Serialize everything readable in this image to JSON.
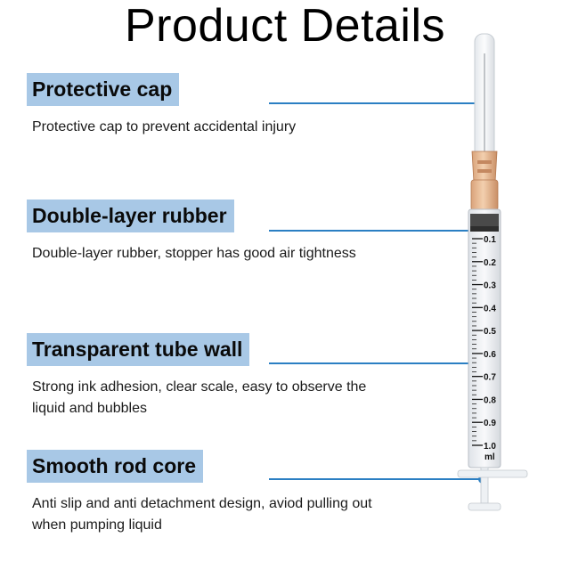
{
  "title": "Product Details",
  "features": [
    {
      "label": "Protective cap",
      "description": "Protective cap to prevent accidental injury"
    },
    {
      "label": "Double-layer rubber",
      "description": "Double-layer rubber, stopper has good air tightness"
    },
    {
      "label": "Transparent tube wall",
      "description": "Strong ink adhesion, clear scale, easy to observe the liquid and bubbles"
    },
    {
      "label": "Smooth rod core",
      "description": "Anti slip and anti detachment design, aviod pulling out when pumping liquid"
    }
  ],
  "scale": {
    "ticks": [
      "0.1",
      "0.2",
      "0.3",
      "0.4",
      "0.5",
      "0.6",
      "0.7",
      "0.8",
      "0.9",
      "1.0"
    ],
    "unit": "ml"
  },
  "colors": {
    "label_bg": "#a8c8e6",
    "leader": "#2b7fc3",
    "hub": "#e8b894"
  }
}
